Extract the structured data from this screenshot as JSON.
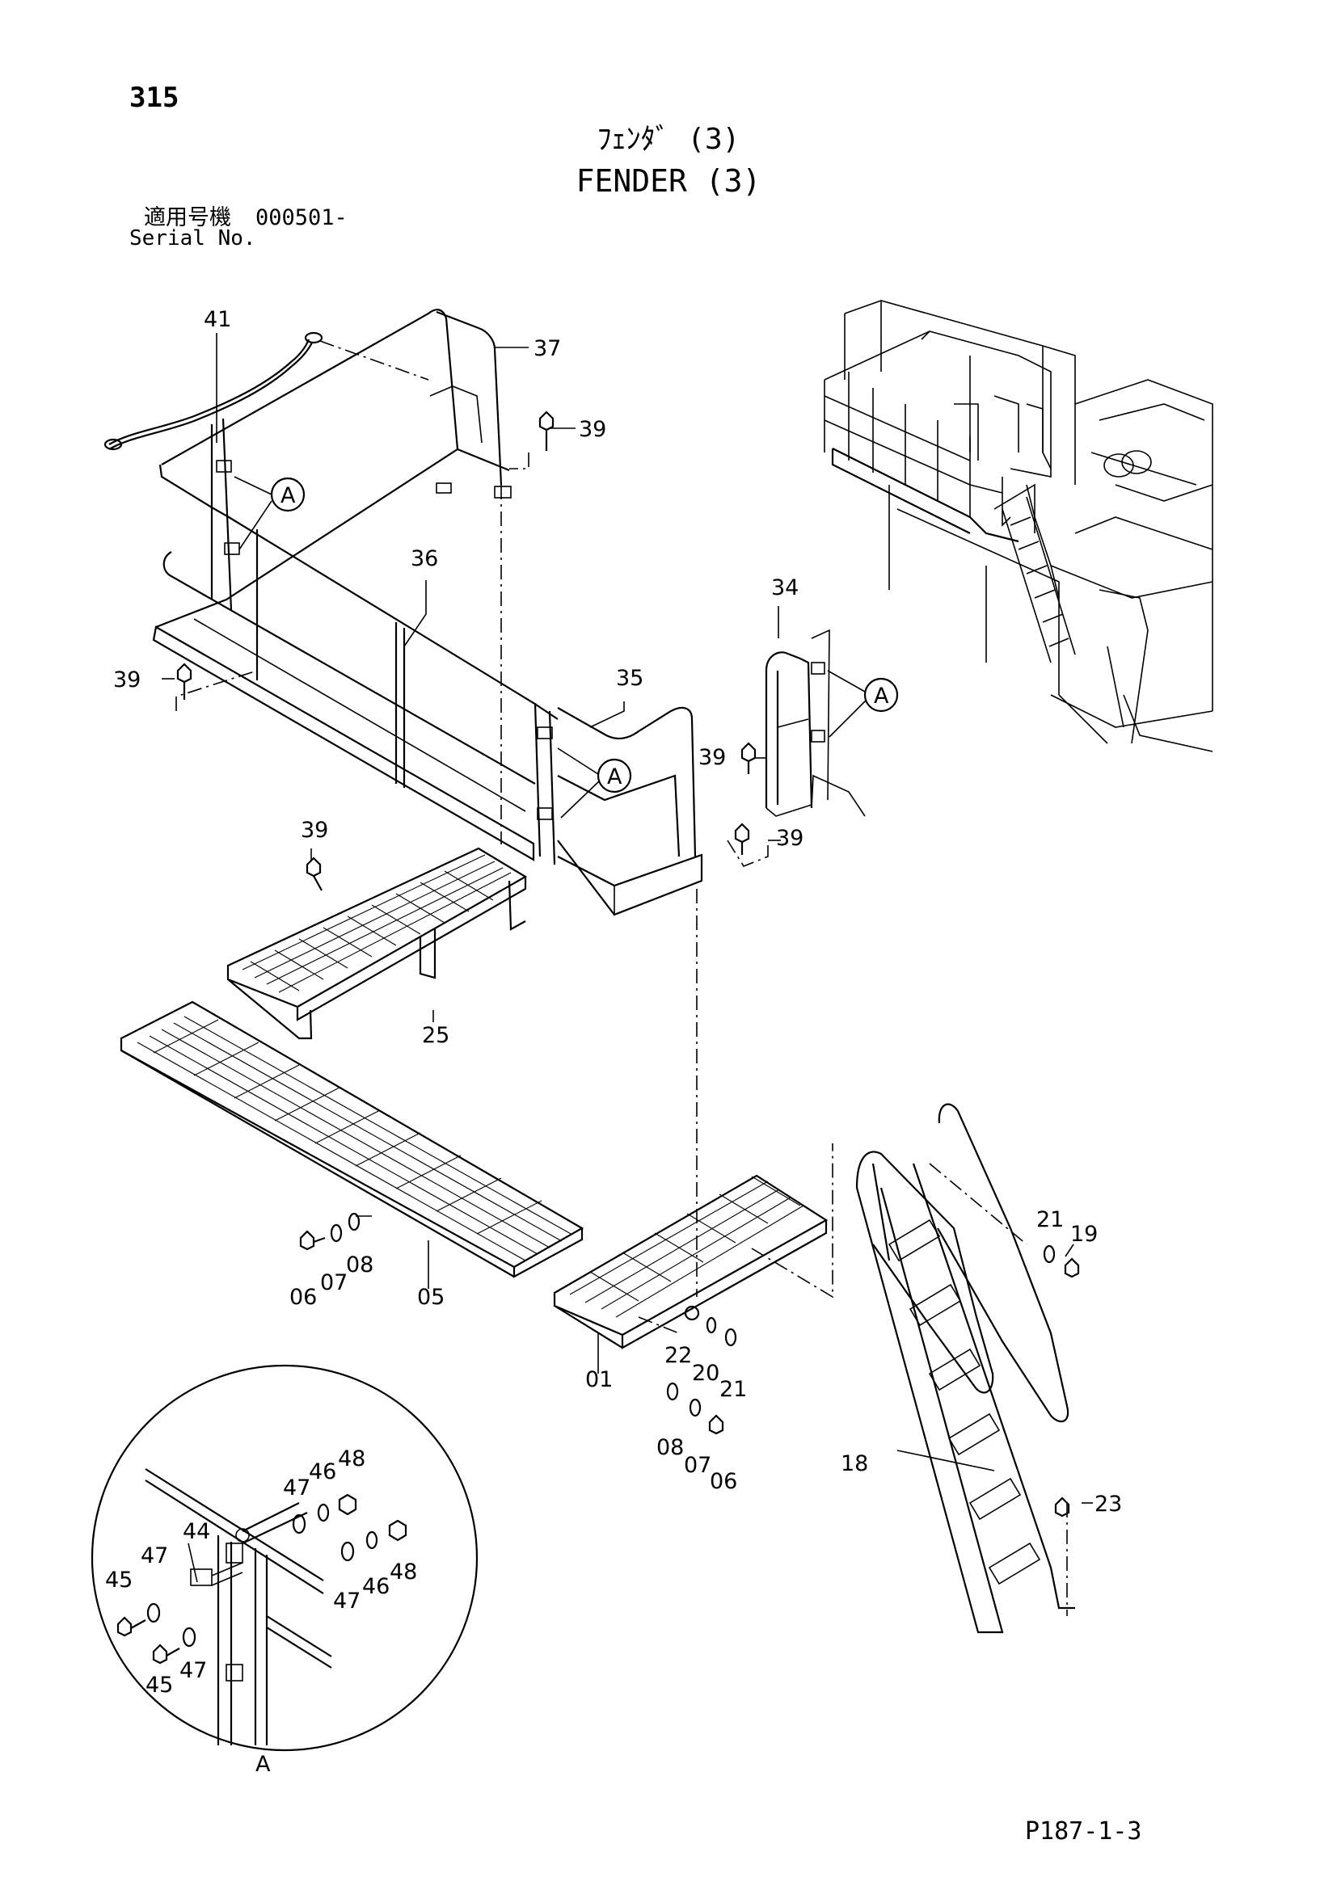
{
  "header": {
    "page_number": "315",
    "title_jp": "ﾌｪﾝﾀﾞ (3)",
    "title_en": "FENDER (3)",
    "serial_label_jp": "適用号機",
    "serial_value": "000501-",
    "serial_label_en": "Serial No."
  },
  "footer": {
    "page_ref": "P187-1-3"
  },
  "parts": {
    "p41": "41",
    "p37": "37",
    "p39a": "39",
    "p36": "36",
    "p39b": "39",
    "p34": "34",
    "p35": "35",
    "p39c": "39",
    "p39d": "39",
    "p39e": "39",
    "p25": "25",
    "p06a": "06",
    "p07a": "07",
    "p08a": "08",
    "p05": "05",
    "p01": "01",
    "p22": "22",
    "p20": "20",
    "p21a": "21",
    "p08b": "08",
    "p07b": "07",
    "p06b": "06",
    "p21b": "21",
    "p19": "19",
    "p18": "18",
    "p23": "23",
    "d48a": "48",
    "d46a": "46",
    "d47a": "47",
    "d44": "44",
    "d47b": "47",
    "d45a": "45",
    "d47c": "47",
    "d46b": "46",
    "d48b": "48",
    "d45b": "45",
    "d47d": "47"
  },
  "callouts": {
    "a1": "A",
    "a2": "A",
    "a3": "A",
    "detail_label": "A"
  }
}
